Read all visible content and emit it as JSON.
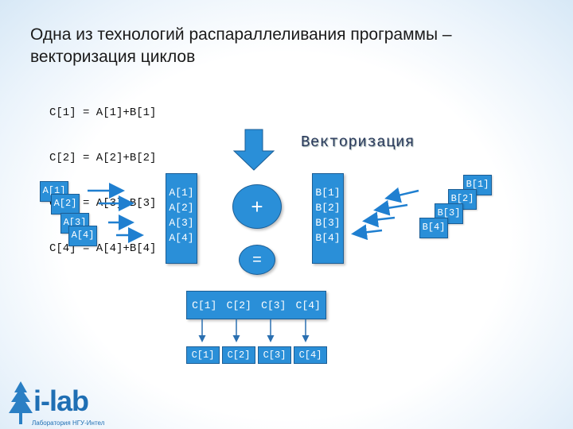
{
  "title": "Одна из технологий распараллеливания программы – векторизация циклов",
  "code_lines": [
    "C[1] = A[1]+B[1]",
    "C[2] = A[2]+B[2]",
    "C[3] = A[3]+B[3]",
    "C[4] = A[4]+B[4]"
  ],
  "vectorization_label": "Векторизация",
  "left_stack": [
    "A[1]",
    "A[2]",
    "A[3]",
    "A[4]"
  ],
  "a_vector": [
    "A[1]",
    "A[2]",
    "A[3]",
    "A[4]"
  ],
  "b_vector": [
    "B[1]",
    "B[2]",
    "B[3]",
    "B[4]"
  ],
  "right_stack": [
    "B[1]",
    "B[2]",
    "B[3]",
    "B[4]"
  ],
  "plus": "+",
  "equals": "=",
  "c_vector": [
    "C[1]",
    "C[2]",
    "C[3]",
    "C[4]"
  ],
  "c_cells": [
    "C[1]",
    "C[2]",
    "C[3]",
    "C[4]"
  ],
  "logo": {
    "name": "i-lab",
    "subtitle": "Лаборатория НГУ-Интел"
  },
  "colors": {
    "box_fill": "#2a8fd8",
    "box_border": "#1b5e96",
    "arrow": "#1f7fd0"
  }
}
